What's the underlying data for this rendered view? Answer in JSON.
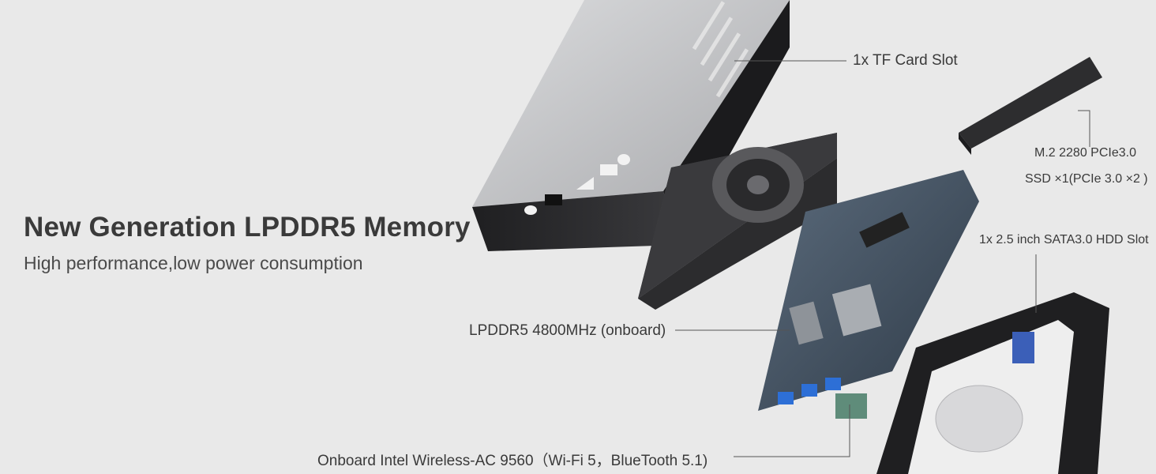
{
  "headline": "New Generation LPDDR5 Memory",
  "subheadline": "High performance,low power consumption",
  "callouts": {
    "tf_card": "1x TF Card Slot",
    "ssd_line1": "M.2 2280 PCIe3.0",
    "ssd_line2": "SSD ×1(PCIe 3.0 ×2 )",
    "hdd": "1x 2.5 inch SATA3.0 HDD Slot",
    "memory": "LPDDR5 4800MHz (onboard)",
    "wireless": "Onboard Intel Wireless-AC 9560（Wi-Fi 5，BlueTooth 5.1)"
  },
  "colors": {
    "background": "#e9e9e9",
    "chassis_top": "#c9cacc",
    "chassis_dark": "#2b2b2d",
    "board": "#3b4a5a",
    "leader_line": "#555555"
  }
}
